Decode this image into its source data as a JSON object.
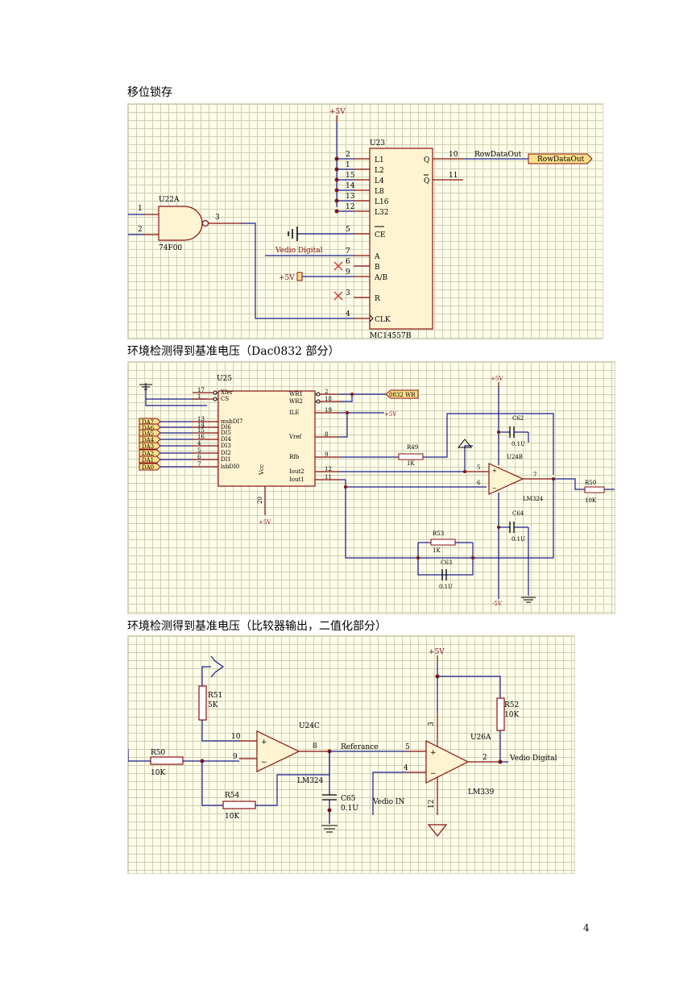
{
  "captions": {
    "shift_latch": "移位锁存",
    "env_ref_dac": "环境检测得到基准电压（Dac0832 部分）",
    "env_ref_cmp": "环境检测得到基准电压（比较器输出，二值化部分）"
  },
  "page_number": "4",
  "schematic1": {
    "vcc": "+5V",
    "u23_ref": "U23",
    "u23_part": "MC14557B",
    "pins_left": [
      {
        "num": "2",
        "name": "L1"
      },
      {
        "num": "1",
        "name": "L2"
      },
      {
        "num": "15",
        "name": "L4"
      },
      {
        "num": "14",
        "name": "L8"
      },
      {
        "num": "13",
        "name": "L16"
      },
      {
        "num": "12",
        "name": "L32"
      },
      {
        "num": "5",
        "name": "CE"
      },
      {
        "num": "7",
        "name": "A"
      },
      {
        "num": "6",
        "name": "B"
      },
      {
        "num": "9",
        "name": "A/B"
      },
      {
        "num": "3",
        "name": "R"
      },
      {
        "num": "4",
        "name": "CLK"
      }
    ],
    "pin_q": {
      "num": "10",
      "name": "Q"
    },
    "pin_qbar": {
      "num": "11",
      "name": "Q"
    },
    "net_rowdataout": "RowDataOut",
    "port_rowdataout": "RowDataOut",
    "u22_ref": "U22A",
    "u22_part": "74F00",
    "u22_in1": "1",
    "u22_in2": "2",
    "u22_out": "3",
    "net_vedio": "Vedio Digital",
    "net_5v_ab": "+5V"
  },
  "schematic2": {
    "u25_ref": "U25",
    "left_pin_nums": [
      "17",
      "1",
      "13",
      "14",
      "15",
      "16",
      "4",
      "5",
      "6",
      "7"
    ],
    "left_pin_names": [
      "Xfer",
      "CS",
      "msbDI7",
      "DI6",
      "DI5",
      "DI4",
      "DI3",
      "DI2",
      "DI1",
      "lsbDI0"
    ],
    "right_pin_nums": [
      "2",
      "18",
      "19",
      "8",
      "9",
      "12",
      "11"
    ],
    "right_pin_names": [
      "WR1",
      "WR2",
      "ILE",
      "Vref",
      "Rfb",
      "Iout2",
      "Iout1"
    ],
    "vcc_label": "Vcc",
    "vcc_pin": "20",
    "vcc_net": "+5V",
    "da_ports": [
      "DA7",
      "DA6",
      "DA5",
      "DA4",
      "DA3",
      "DA2",
      "DA1",
      "DA0"
    ],
    "wr_port": "0832 WR",
    "ile_net": "+5V",
    "r49": {
      "ref": "R49",
      "value": "1K"
    },
    "c62": {
      "ref": "C62",
      "value": "0.1U"
    },
    "c64": {
      "ref": "C64",
      "value": "0.1U"
    },
    "c63": {
      "ref": "C63",
      "value": "0.1U"
    },
    "r53": {
      "ref": "R53",
      "value": "1K"
    },
    "r50": {
      "ref": "R50",
      "value": "10K"
    },
    "op_ref": "U24B",
    "op_part": "LM324",
    "op_pins": {
      "plus": "5",
      "minus": "6",
      "out": "7"
    },
    "vplus": "+5V",
    "vminus": "-5V"
  },
  "schematic3": {
    "vcc": "+5V",
    "r51": {
      "ref": "R51",
      "value": "5K"
    },
    "r50": {
      "ref": "R50",
      "value": "10K"
    },
    "r54": {
      "ref": "R54",
      "value": "10K"
    },
    "r52": {
      "ref": "R52",
      "value": "10K"
    },
    "c65": {
      "ref": "C65",
      "value": "0.1U"
    },
    "u24c": {
      "ref": "U24C",
      "part": "LM324",
      "pin_minus": "10",
      "pin_plus": "9",
      "pin_out": "8"
    },
    "u26a": {
      "ref": "U26A",
      "part": "LM339",
      "pin_plus": "5",
      "pin_minus": "4",
      "pin_out": "2",
      "pin_vcc": "3",
      "pin_gnd": "12"
    },
    "net_referance": "Referance",
    "net_vedio_in": "Vedio IN",
    "net_vedio_digital": "Vedio Digital"
  }
}
